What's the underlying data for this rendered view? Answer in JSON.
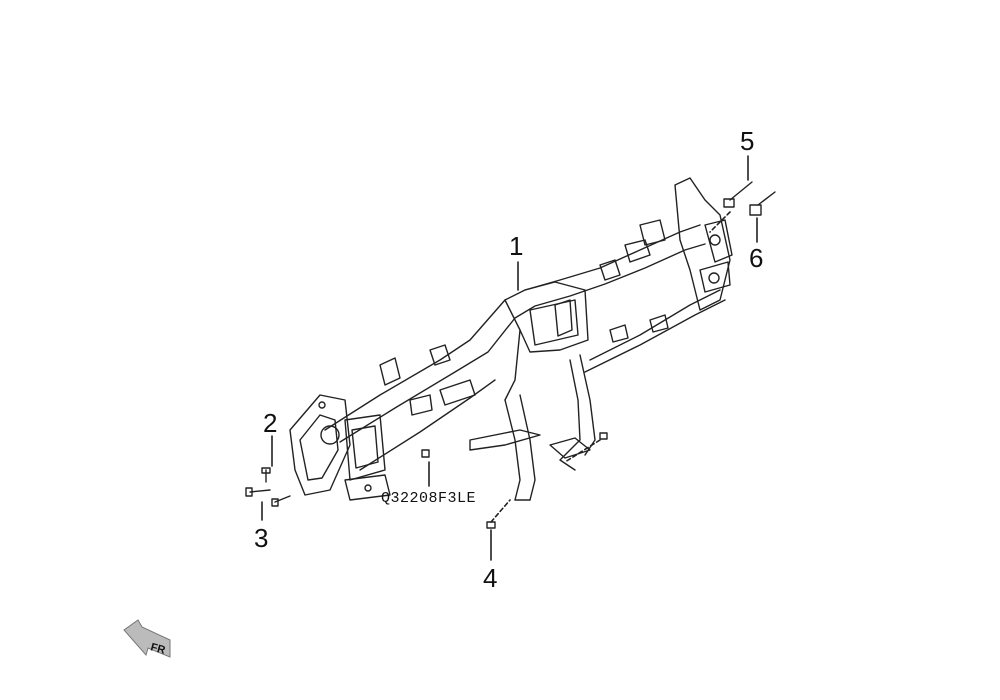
{
  "diagram": {
    "callouts": [
      {
        "id": "1",
        "label": "1"
      },
      {
        "id": "2",
        "label": "2"
      },
      {
        "id": "3",
        "label": "3"
      },
      {
        "id": "4",
        "label": "4"
      },
      {
        "id": "5",
        "label": "5"
      },
      {
        "id": "6",
        "label": "6"
      }
    ],
    "part_code": "Q32208F3LE",
    "direction_label": "FR"
  }
}
